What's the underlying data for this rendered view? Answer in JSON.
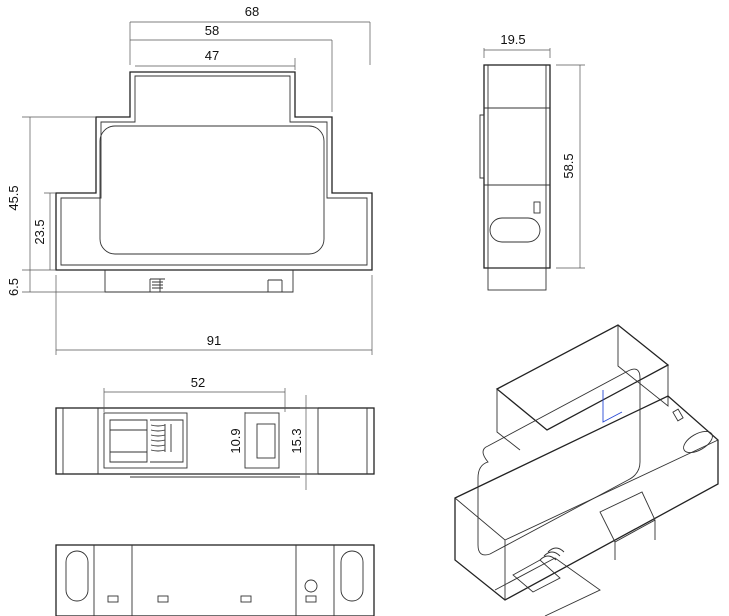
{
  "dimensions": {
    "front": {
      "width_overall": "68",
      "width_mid": "58",
      "width_top": "47",
      "height_total": "45.5",
      "height_mid": "23.5",
      "height_rail": "6.5",
      "width_base": "91"
    },
    "side": {
      "width": "19.5",
      "height": "58.5"
    },
    "top": {
      "window_width": "52",
      "window_height": "10.9",
      "depth": "15.3"
    }
  },
  "colors": {
    "line": "#222222",
    "dimension": "#555555",
    "axis": "#2a4bd7"
  }
}
